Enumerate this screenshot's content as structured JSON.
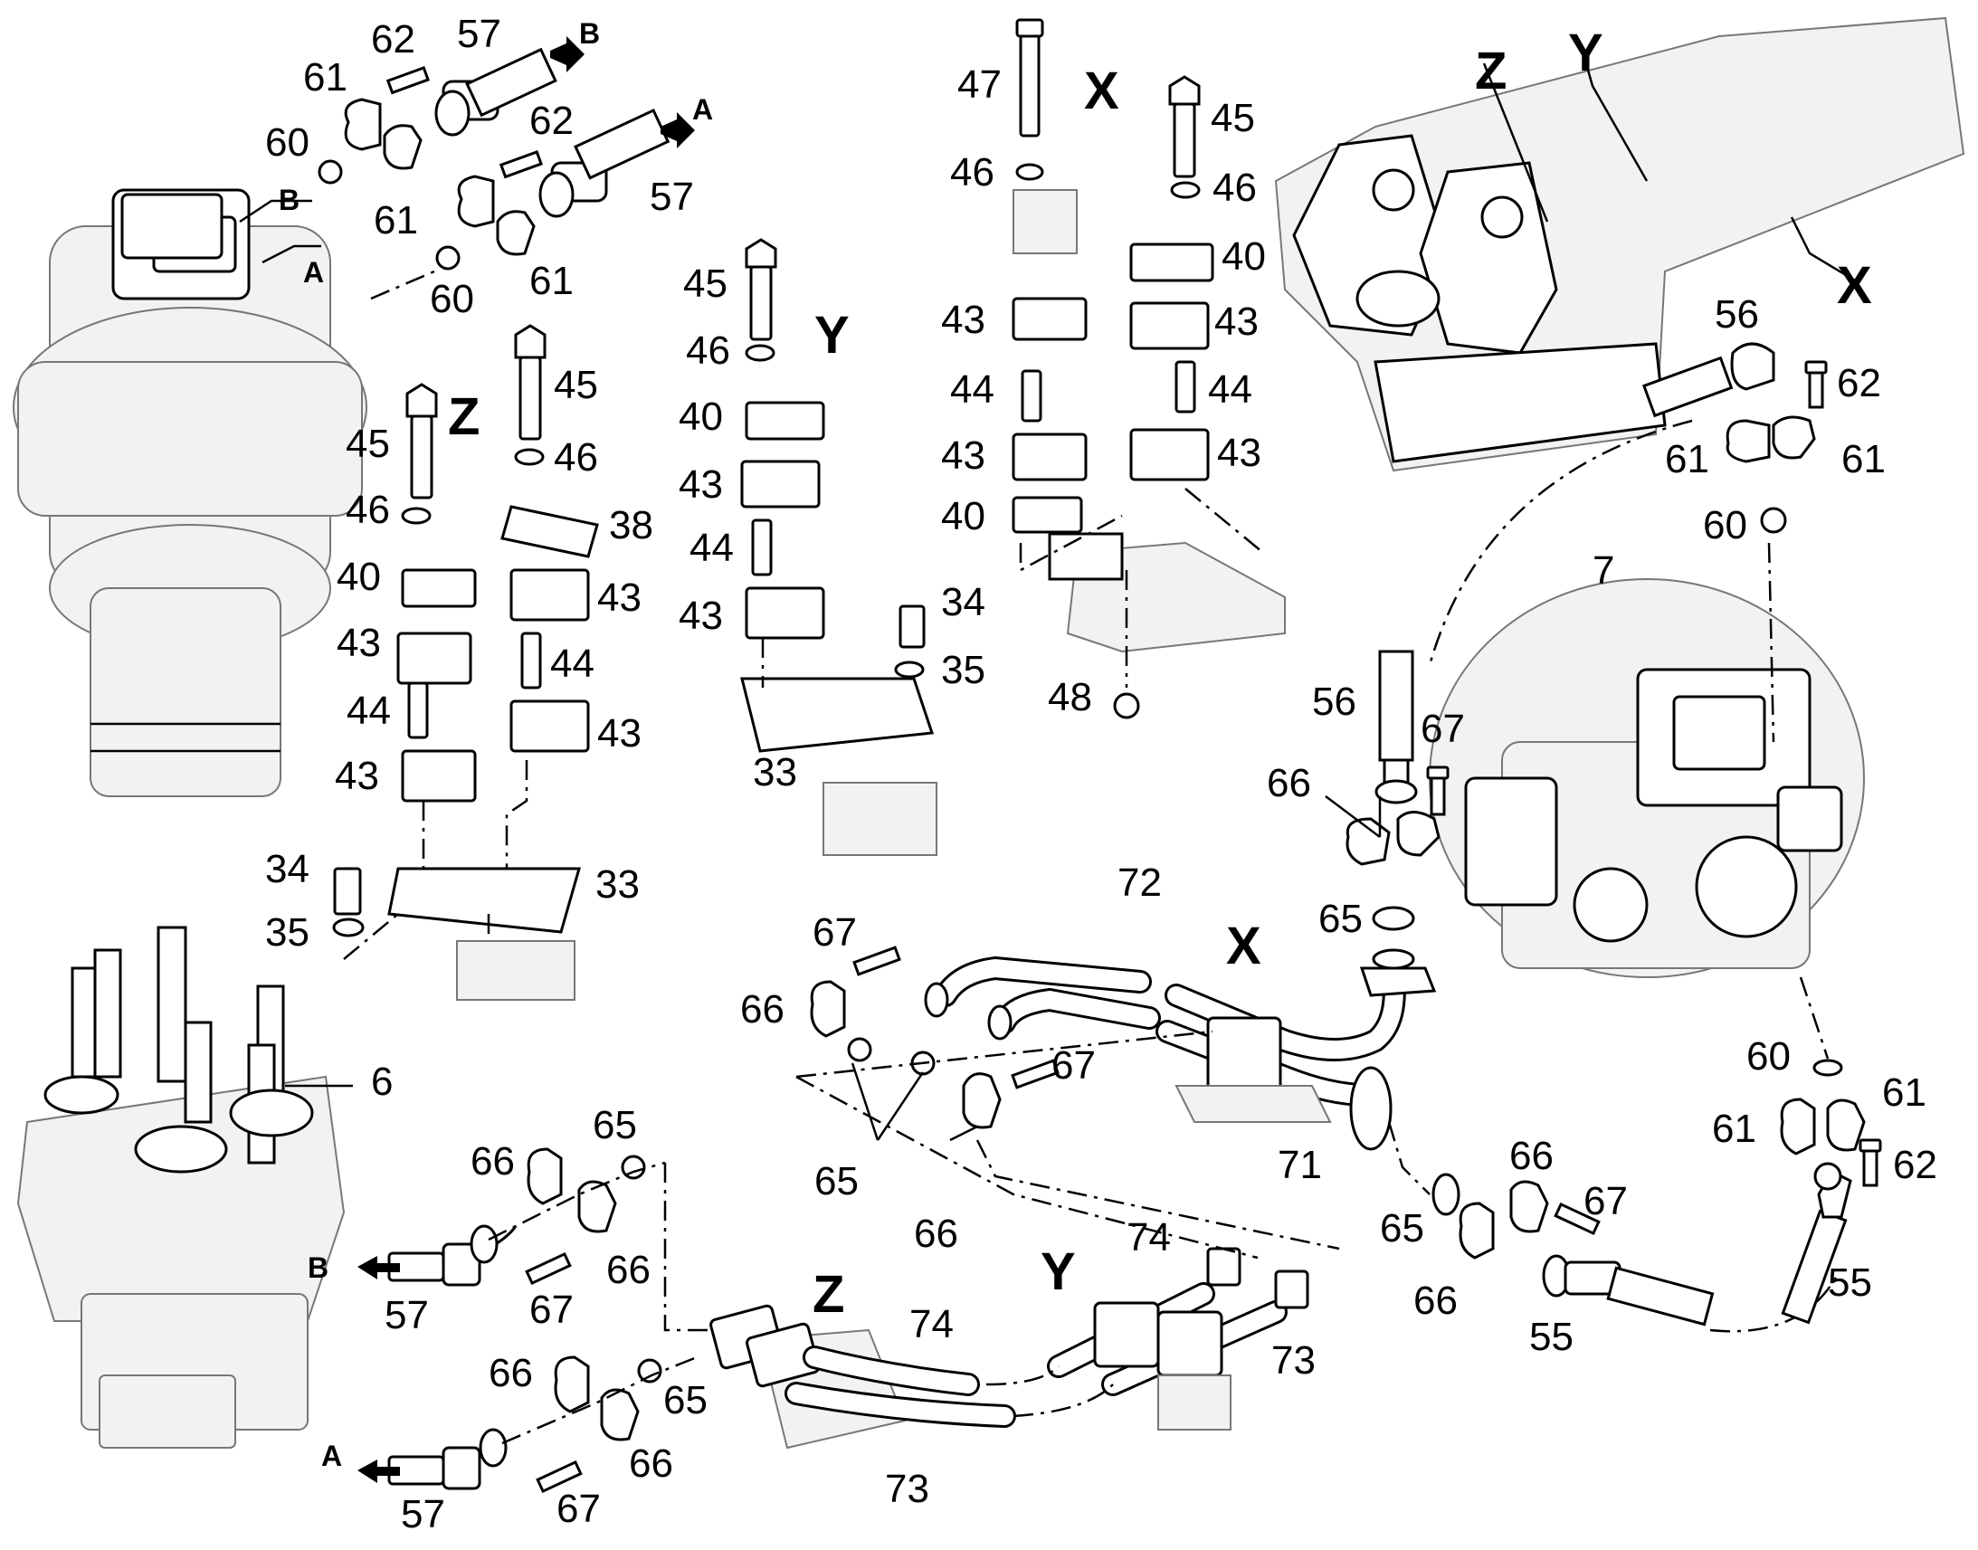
{
  "views": {
    "X": "X",
    "Y": "Y",
    "Z": "Z"
  },
  "ports": {
    "A": "A",
    "B": "B"
  },
  "callouts": {
    "c6": "6",
    "c7": "7",
    "c33": "33",
    "c34": "34",
    "c35": "35",
    "c38": "38",
    "c40": "40",
    "c43": "43",
    "c44": "44",
    "c45": "45",
    "c46": "46",
    "c47": "47",
    "c48": "48",
    "c55": "55",
    "c56": "56",
    "c57": "57",
    "c60": "60",
    "c61": "61",
    "c62": "62",
    "c65": "65",
    "c66": "66",
    "c67": "67",
    "c71": "71",
    "c72": "72",
    "c73": "73",
    "c74": "74"
  }
}
